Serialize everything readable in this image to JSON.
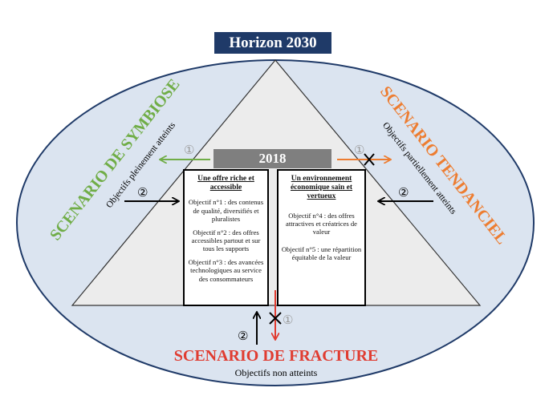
{
  "horizon_title": "Horizon 2030",
  "year_label": "2018",
  "box_left": {
    "title": "Une offre riche et accessible",
    "objectives": [
      "Objectif n°1 : des contenus de qualité, diversifiés et pluralistes",
      "Objectif n°2 : des offres accessibles partout et sur tous les supports",
      "Objectif n°3 : des avancées technologiques au service des consommateurs"
    ]
  },
  "box_right": {
    "title": "Un environnement économique sain et vertueux",
    "objectives": [
      "Objectif n°4 : des offres attractives et créatrices de valeur",
      "Objectif n°5 : une répartition équitable de la valeur"
    ]
  },
  "scenarios": {
    "symbiose": {
      "title": "SCENARIO DE SYMBIOSE",
      "subtitle": "Objectifs pleinement atteints",
      "color": "#70ad47"
    },
    "tendanciel": {
      "title": "SCENARIO TENDANCIEL",
      "subtitle": "Objectifs partiellement atteints",
      "color": "#ed7d31"
    },
    "fracture": {
      "title": "SCENARIO DE FRACTURE",
      "subtitle": "Objectifs non atteints",
      "color": "#e03c31"
    }
  },
  "markers": {
    "one": "①",
    "two": "②"
  },
  "colors": {
    "ellipse_fill": "#dbe4f0",
    "ellipse_stroke": "#1f3a68",
    "triangle_fill": "#ececec",
    "header_bg": "#1f3a68",
    "year_bg": "#7f7f7f"
  }
}
